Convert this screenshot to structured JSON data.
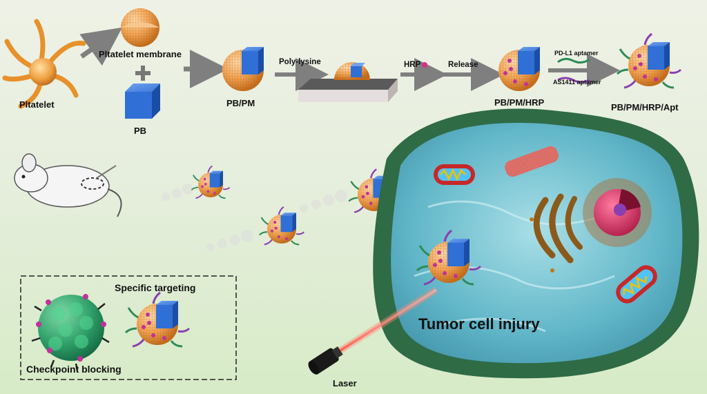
{
  "labels": {
    "platelet": "Pltatelet",
    "membrane": "Pltatelet membrane",
    "pb": "PB",
    "pbpm": "PB/PM",
    "polylysine": "Poly-lysine",
    "hrp": "HRP",
    "release": "Release",
    "pbpmhrp": "PB/PM/HRP",
    "pdl1": "PD-L1 aptamer",
    "as1411": "AS1411 aptamer",
    "final": "PB/PM/HRP/Apt",
    "specific": "Specific targeting",
    "checkpoint": "Checkpoint blocking",
    "laser": "Laser",
    "tumor": "Tumor cell injury",
    "plus": "+"
  },
  "colors": {
    "orange": "#f2a455",
    "orange_dark": "#d97d26",
    "blue": "#2f6fd6",
    "blue_dark": "#1a4ea6",
    "magenta": "#c0329a",
    "green": "#2e8b57",
    "purple": "#8a3fb0",
    "cell_edge": "#2a5a3a",
    "cell_fill": "#5fb3c8",
    "laser": "#e0463a",
    "arrow": "#7f7f7f"
  },
  "icons": [
    "platelet-icon",
    "membrane-hemisphere-icon",
    "pb-cube-icon",
    "mouse-icon",
    "laser-device-icon",
    "mitochondrion-icon",
    "nucleus-icon",
    "golgi-icon",
    "cancer-cell-icon"
  ]
}
